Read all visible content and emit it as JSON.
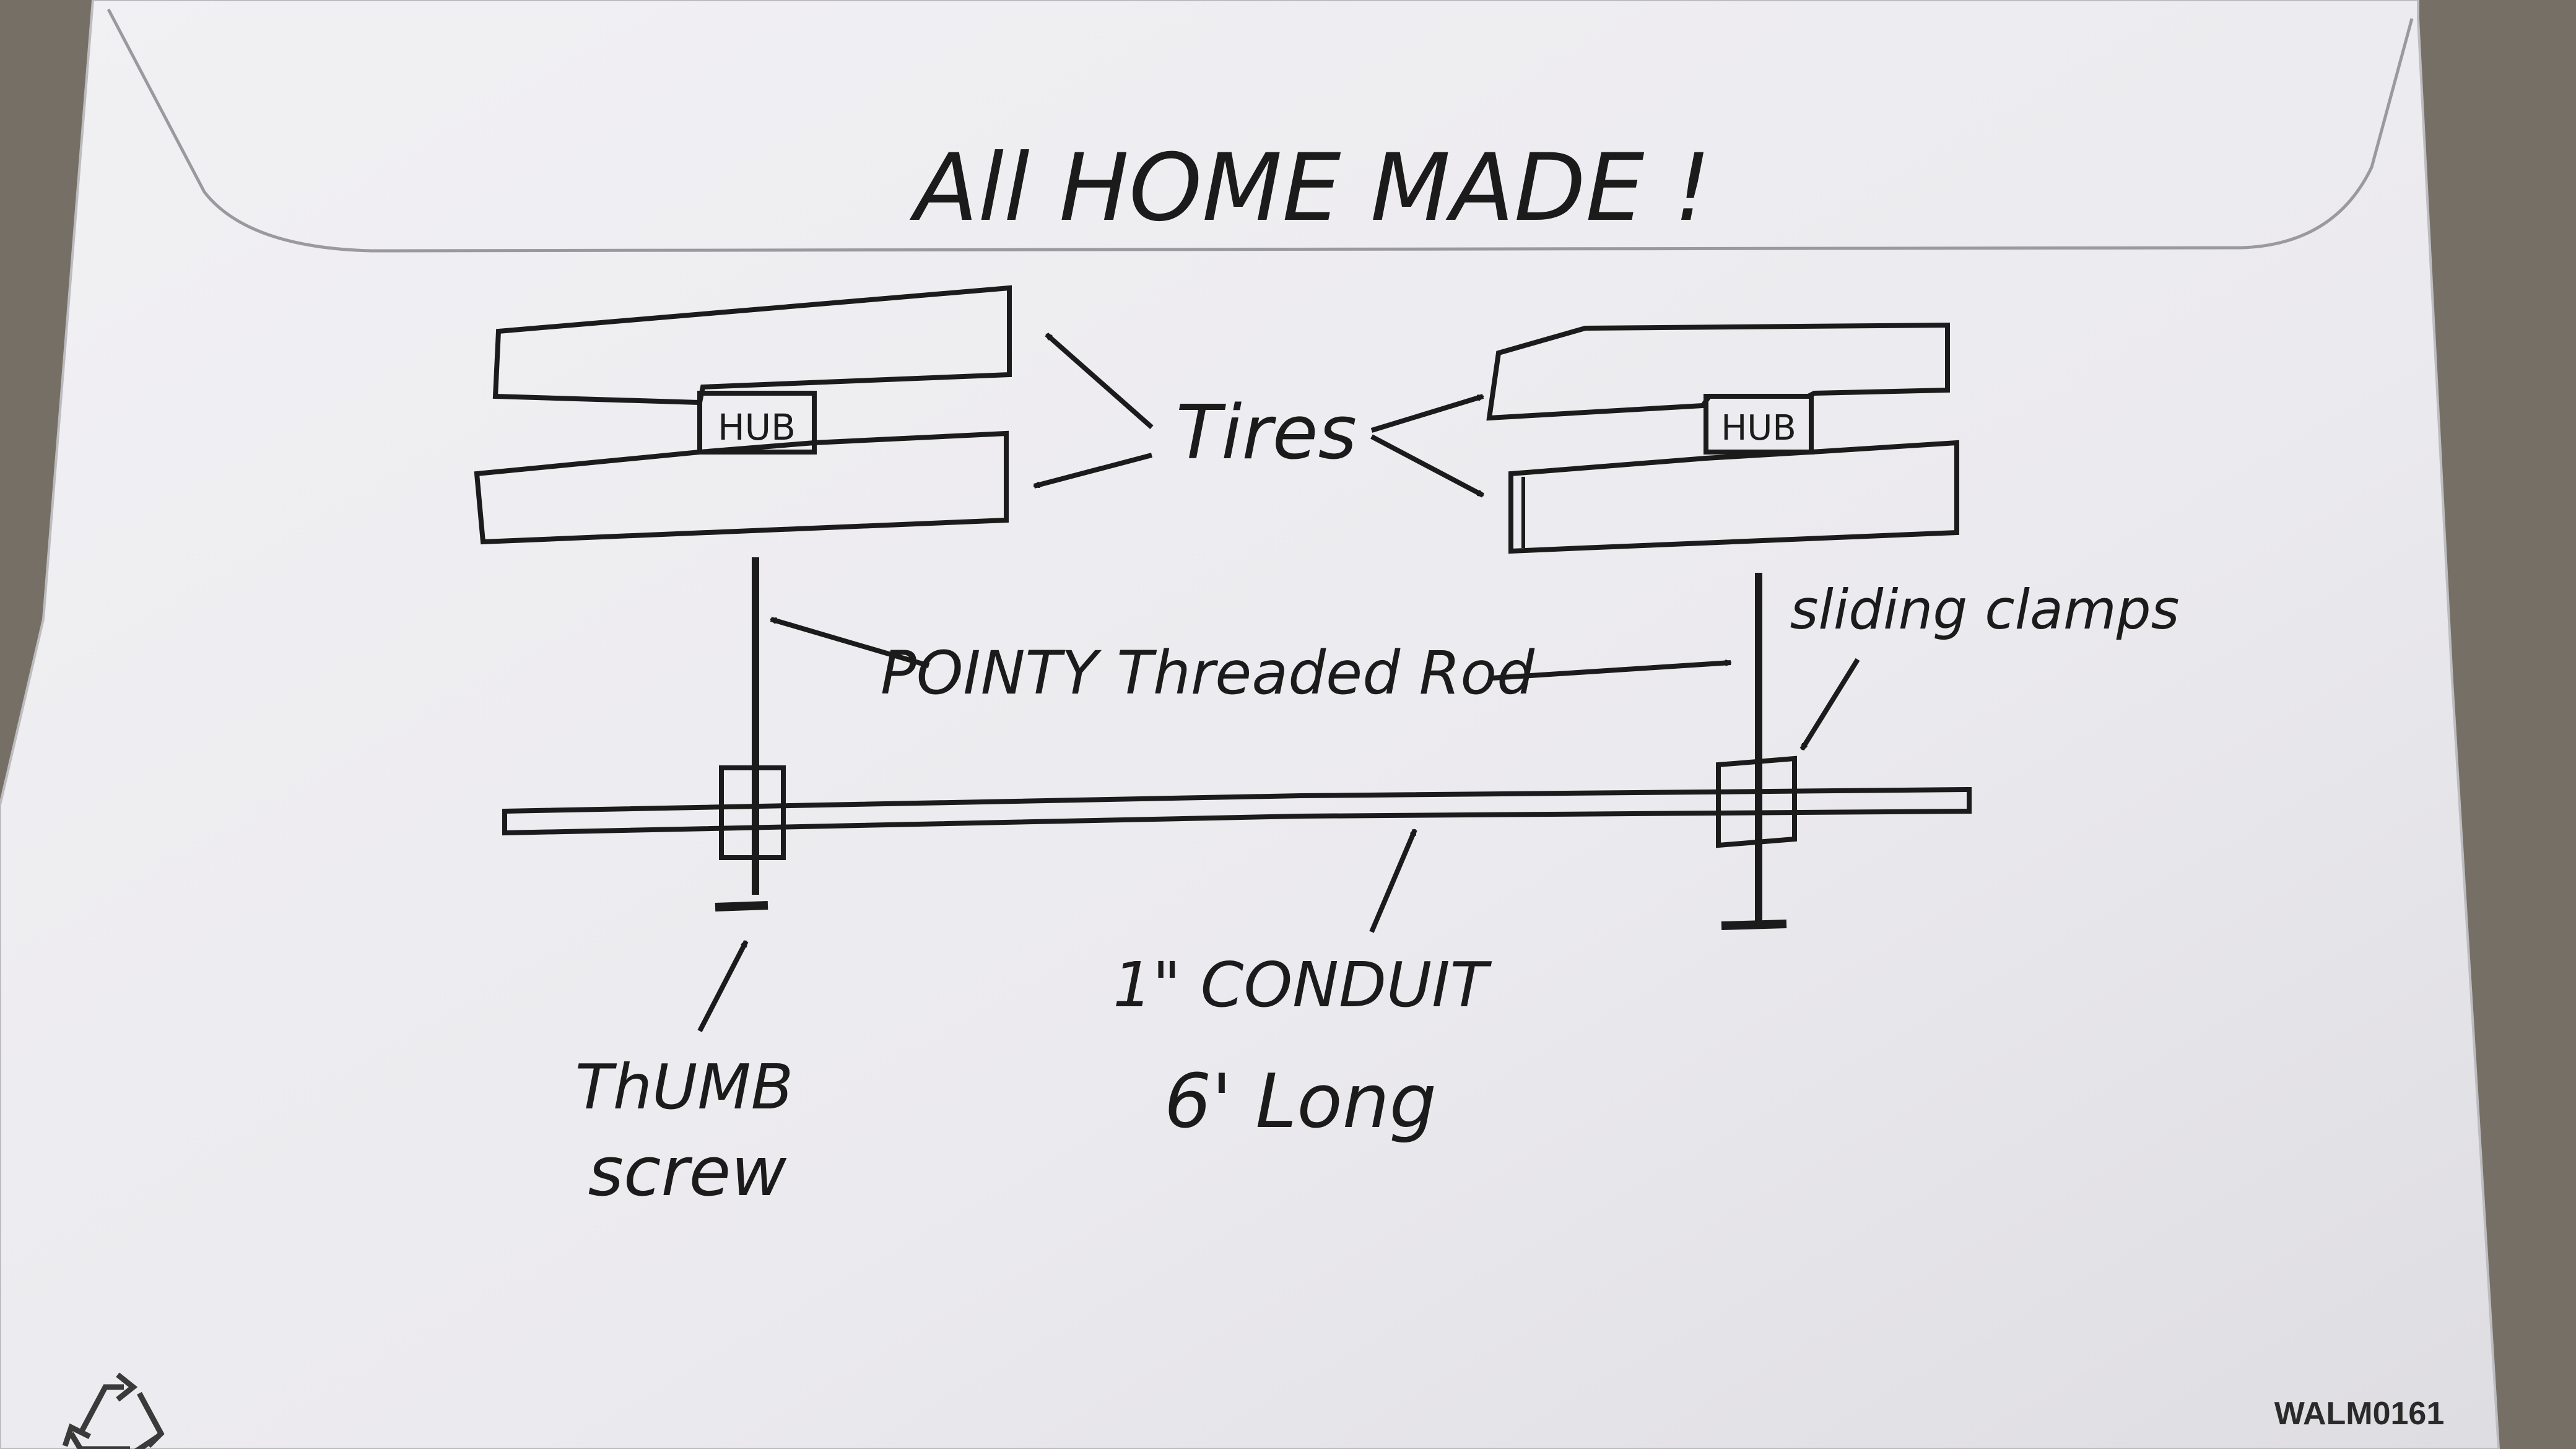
{
  "title": "All HOME MADE !",
  "labels": {
    "hub_left": "HUB",
    "hub_right": "HUB",
    "tires": "Tires",
    "rod": "POINTY Threaded Rod",
    "clamps": "sliding clamps",
    "conduit_line1": "1\" CONDUIT",
    "conduit_line2": "6' Long",
    "thumb_line1": "ThUMB",
    "thumb_line2": "screw"
  },
  "envelope_code": "WALM0161",
  "recycle_icon": "recycle-icon",
  "colors": {
    "ink": "#1b1b1b",
    "paper": "#ecebee",
    "background": "#6e6a62"
  }
}
